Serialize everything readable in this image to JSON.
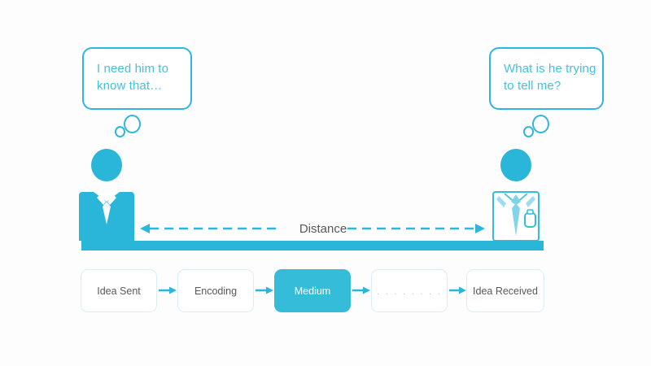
{
  "diagram": {
    "title": "Communication process across distance",
    "background_color": "#fdfdfd",
    "accent_color": "#29b6d8",
    "accent_light": "#45c0e0",
    "text_color": "#58585a"
  },
  "bubbles": {
    "left": {
      "line1": "I need him to",
      "line2": "know that…",
      "speaker": "sender"
    },
    "right": {
      "line1": "What is he trying",
      "line2": "to tell me?",
      "speaker": "receiver"
    }
  },
  "people": {
    "left": {
      "role": "sender",
      "style": "filled-silhouette"
    },
    "right": {
      "role": "receiver",
      "style": "outlined-silhouette"
    }
  },
  "distance": {
    "label": "Distance",
    "arrow": "double-headed-dashed"
  },
  "medium_bar": {
    "label": "medium channel bar",
    "color": "#29b6d8"
  },
  "flow": {
    "steps": [
      {
        "label": "Idea Sent",
        "filled": false
      },
      {
        "label": "Encoding",
        "filled": false
      },
      {
        "label": "Medium",
        "filled": true
      },
      {
        "label": ". . . . . . . .",
        "filled": false
      },
      {
        "label": "Idea Received",
        "filled": false
      }
    ],
    "arrow_count": 4
  }
}
